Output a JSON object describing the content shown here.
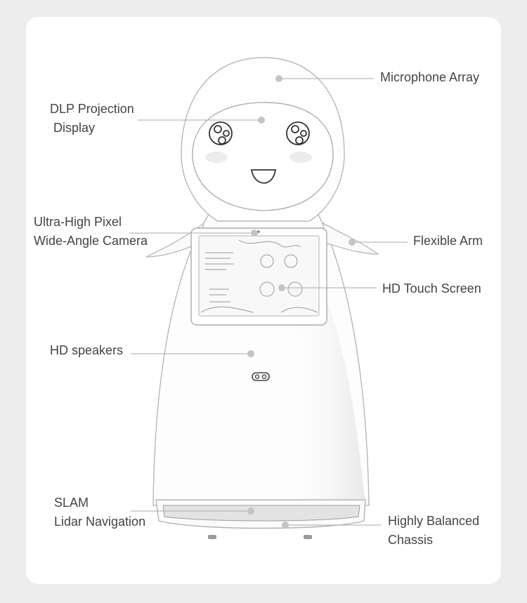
{
  "labels": {
    "microphone_array": "Microphone Array",
    "dlp_projection_line1": "DLP Projection",
    "dlp_projection_line2": "Display",
    "camera_line1": "Ultra-High Pixel",
    "camera_line2": "Wide-Angle Camera",
    "flexible_arm": "Flexible Arm",
    "touch_screen": "HD Touch Screen",
    "speakers": "HD speakers",
    "slam_line1": "SLAM",
    "slam_line2": "Lidar Navigation",
    "chassis_line1": "Highly Balanced",
    "chassis_line2": "Chassis"
  },
  "colors": {
    "background": "#ededed",
    "card": "#ffffff",
    "outline": "#b5b5b5",
    "leader_line": "#a9a9a9",
    "marker_dot": "#c4c4c4",
    "label_text": "#444444"
  }
}
